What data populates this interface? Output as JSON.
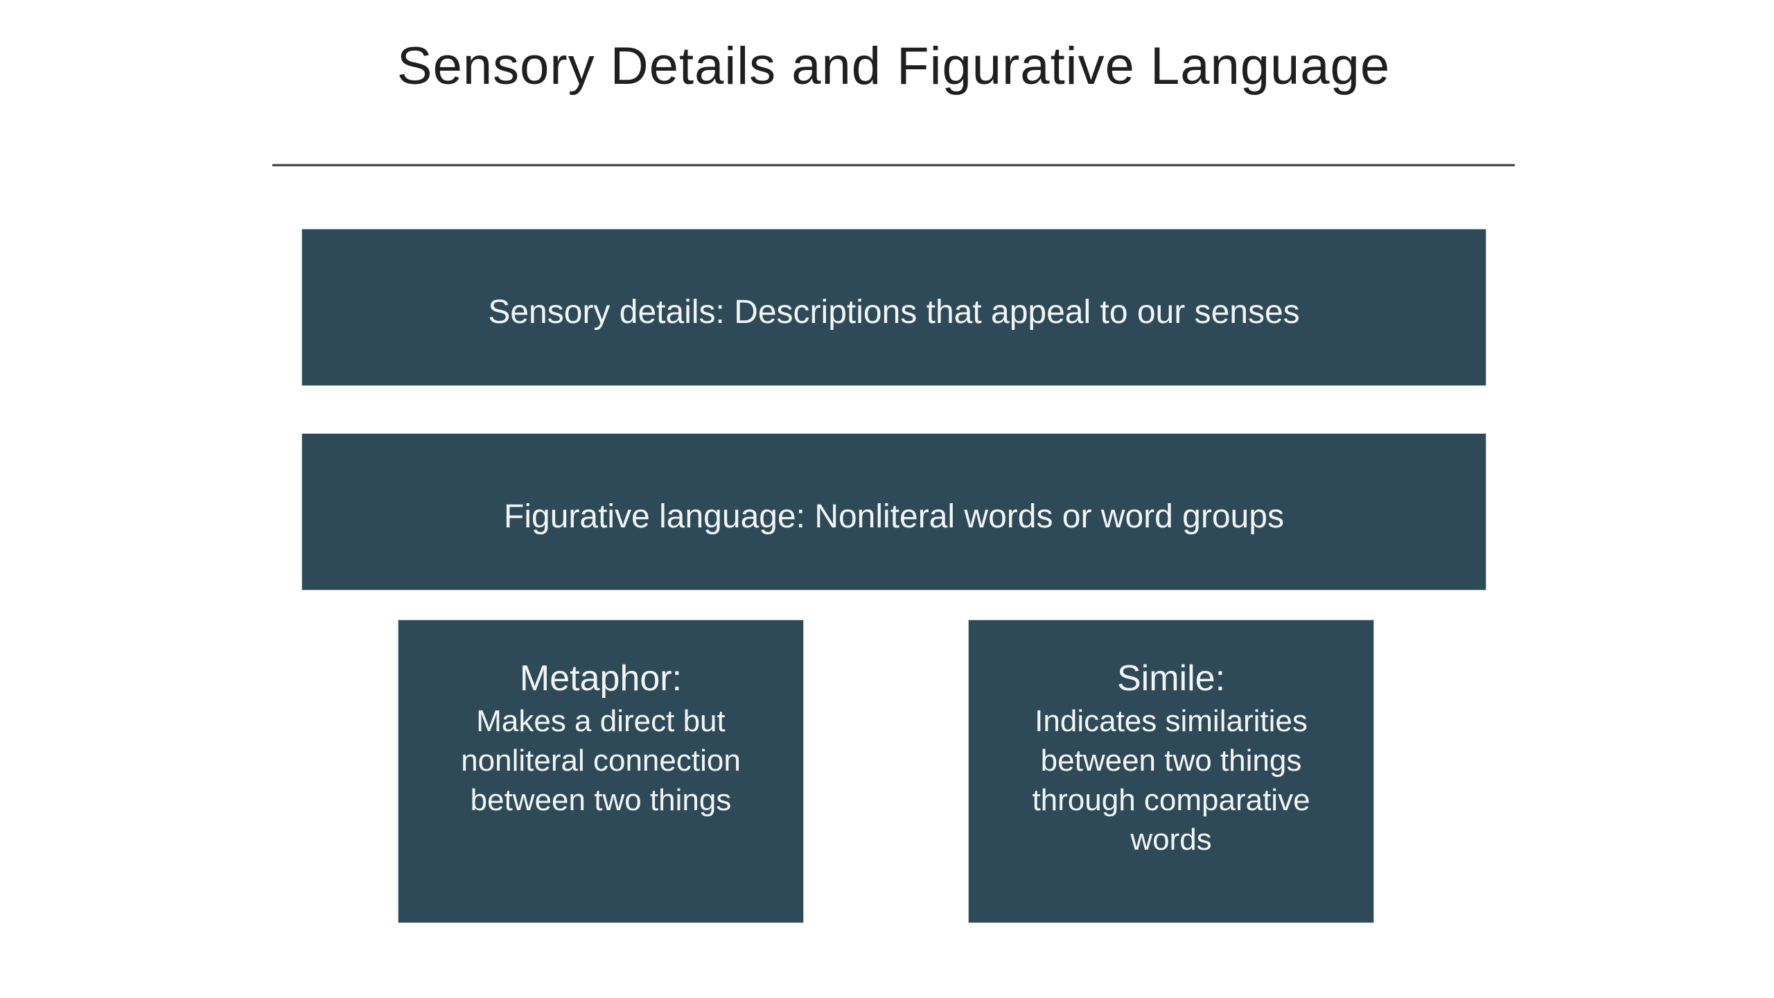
{
  "slide": {
    "title": "Sensory Details and Figurative Language",
    "colors": {
      "background": "#FFFFFF",
      "box_fill": "#2E4957",
      "box_border": "#C7CED2",
      "box_text": "#F2F5F6",
      "title_text": "#1F1F1F",
      "divider": "#4A4A4A"
    },
    "boxes": {
      "sensory": {
        "text": "Sensory details: Descriptions that appeal to our senses"
      },
      "figurative": {
        "text": "Figurative language: Nonliteral words or word groups"
      },
      "metaphor": {
        "heading": "Metaphor:",
        "body": "Makes a direct but\nnonliteral connection\nbetween two things"
      },
      "simile": {
        "heading": "Simile:",
        "body": "Indicates similarities\nbetween two things\nthrough comparative\nwords"
      }
    }
  }
}
